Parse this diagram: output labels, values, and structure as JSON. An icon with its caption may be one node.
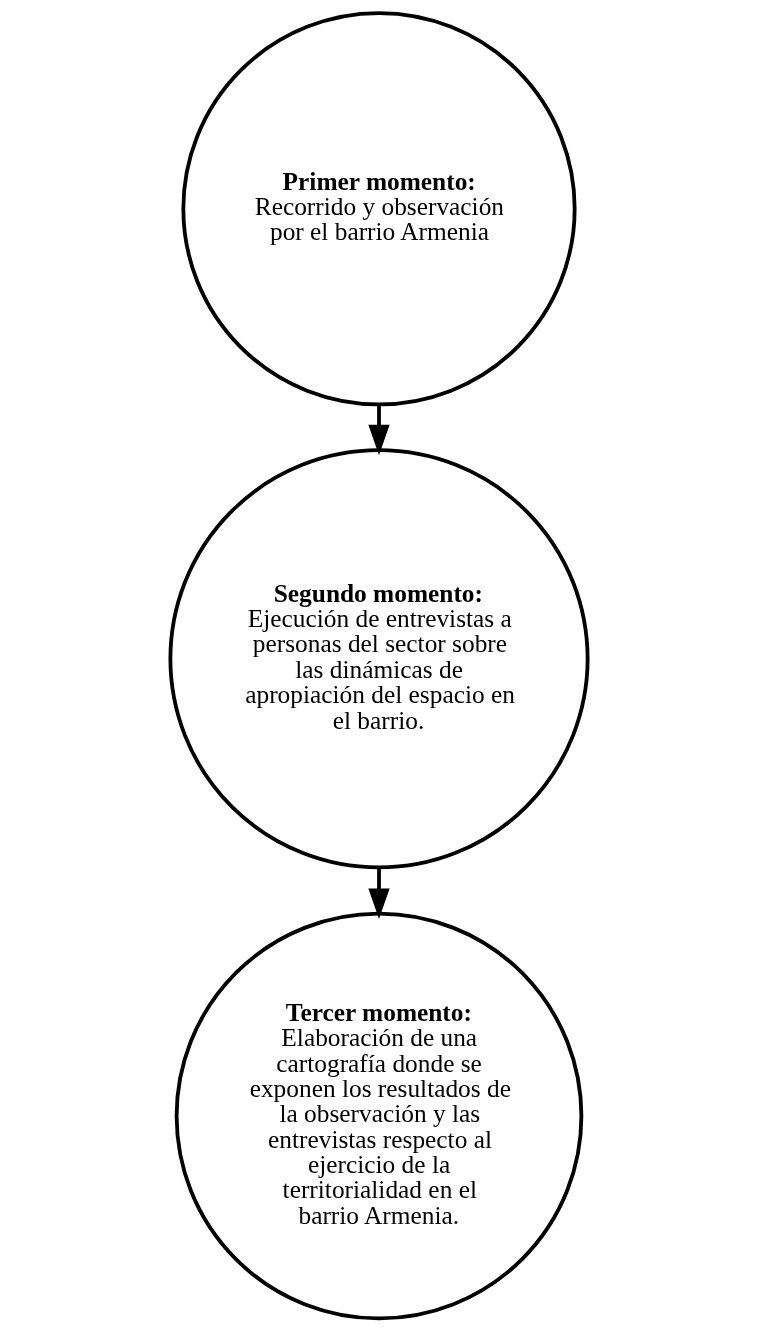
{
  "diagram": {
    "nodes": [
      {
        "text": [
          "Primer momento:",
          "Recorrido y observación por el barrio Armenia"
        ]
      },
      {
        "text": [
          "Segundo momento:",
          "Ejecución de entrevistas a personas del sector sobre las dinámicas de apropiación del espacio en el barrio."
        ]
      },
      {
        "text": [
          "Tercer momento:",
          "Elaboración de una cartografía donde se exponen los resultados de la observación y las entrevistas respecto al ejercicio de la territorialidad en el barrio Armenia."
        ]
      }
    ],
    "edges": [
      {
        "from": 0,
        "to": 1,
        "arrow": "to"
      },
      {
        "from": 1,
        "to": 2,
        "arrow": "to"
      }
    ]
  }
}
